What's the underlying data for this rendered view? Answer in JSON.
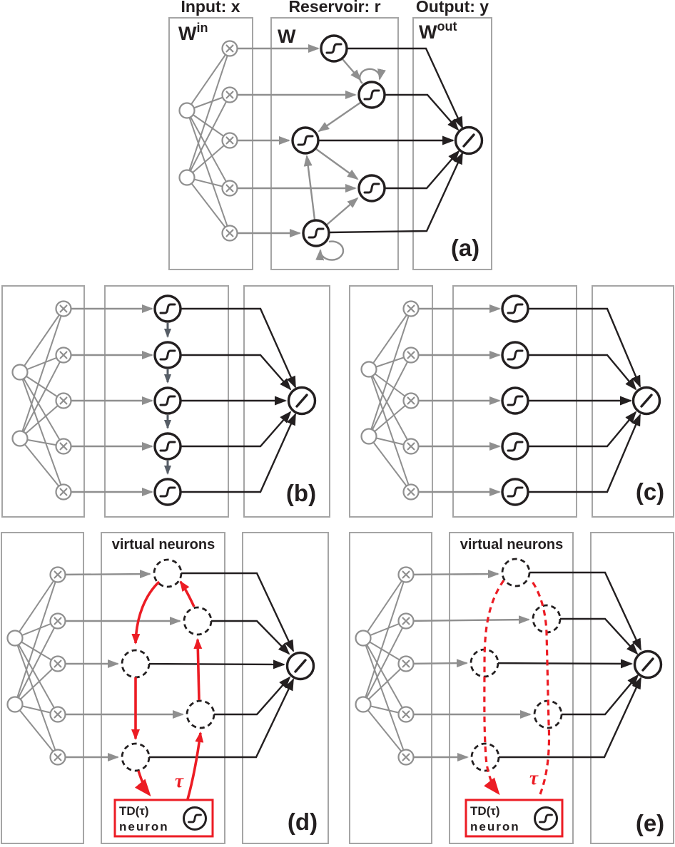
{
  "headers": {
    "input": "Input: x",
    "reservoir": "Reservoir: r",
    "output": "Output: y"
  },
  "weights": {
    "input_base": "W",
    "input_sup": "in",
    "reservoir": "W",
    "output_base": "W",
    "output_sup": "out"
  },
  "panel_labels": {
    "a": "(a)",
    "b": "(b)",
    "c": "(c)",
    "d": "(d)",
    "e": "(e)"
  },
  "virtual_neurons_label": "virtual neurons",
  "td_neuron_label": {
    "line1": "TD(τ)",
    "line2": "neuron"
  },
  "tau_label": "τ",
  "structure": {
    "input_nodes_per_panel": 2,
    "input_multiplier_nodes_per_panel": 5,
    "reservoir_neurons_per_panel": 5,
    "output_neurons_per_panel": 1
  },
  "colors": {
    "box_gray": "#a5a5a5",
    "input_gray": "#8f8f8f",
    "chain_dark_gray": "#565d66",
    "black": "#231f20",
    "red": "#ec1c24",
    "background": "#ffffff"
  },
  "icons": {
    "sigmoid_neuron": "sigmoid-activation-neuron",
    "linear_neuron": "linear-activation-output-neuron",
    "multiply_node": "multiplication-weight-node",
    "input_node": "input-node",
    "virtual_neuron": "dashed-virtual-neuron",
    "self_loop": "recurrent-self-loop-arrow"
  }
}
